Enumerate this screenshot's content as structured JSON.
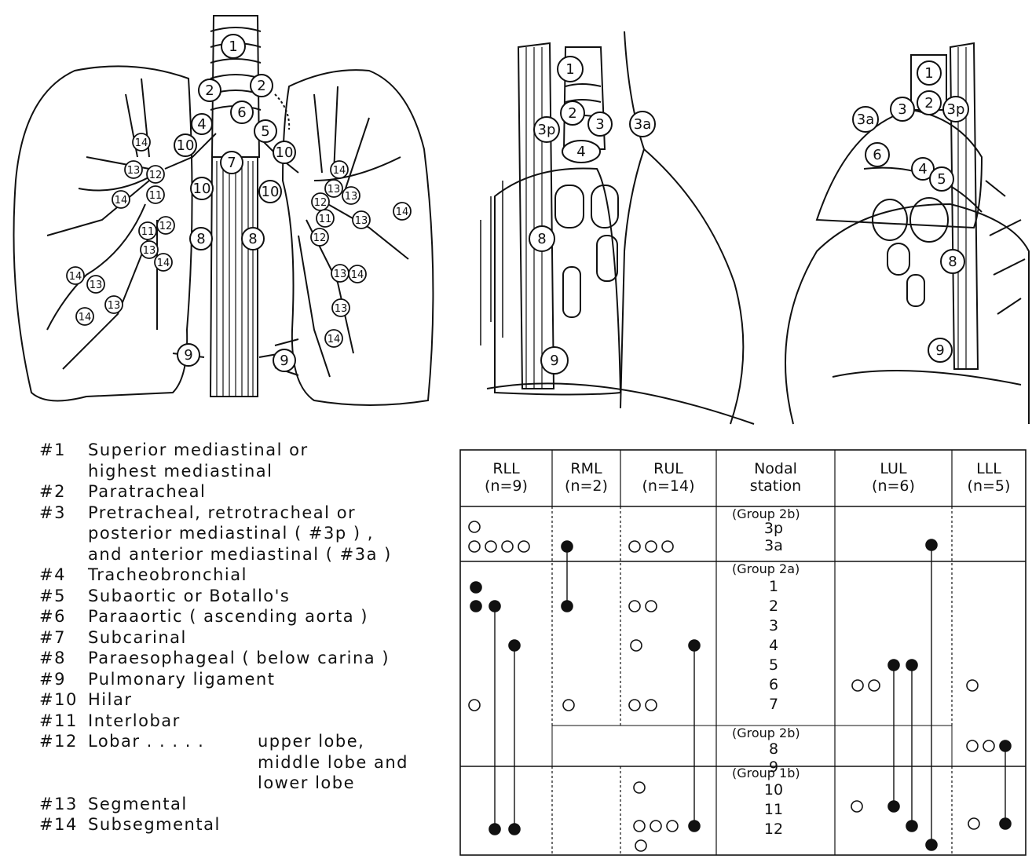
{
  "stations": {
    "s1": "1",
    "s2": "2",
    "s3": "3",
    "s3p": "3p",
    "s3a": "3a",
    "s4": "4",
    "s5": "5",
    "s6": "6",
    "s7": "7",
    "s8": "8",
    "s9": "9",
    "s10": "10",
    "s11": "11",
    "s12": "12",
    "s13": "13",
    "s14": "14"
  },
  "legend": [
    {
      "num": "#1",
      "text": "Superior mediastinal or"
    },
    {
      "num": "",
      "text": "highest mediastinal"
    },
    {
      "num": "#2",
      "text": "Paratracheal"
    },
    {
      "num": "#3",
      "text": "Pretracheal, retrotracheal or"
    },
    {
      "num": "",
      "text": "posterior mediastinal ( #3p ) ,"
    },
    {
      "num": "",
      "text": "and anterior mediastinal ( #3a )"
    },
    {
      "num": "#4",
      "text": "Tracheobronchial"
    },
    {
      "num": "#5",
      "text": "Subaortic or Botallo's"
    },
    {
      "num": "#6",
      "text": "Paraaortic ( ascending aorta )"
    },
    {
      "num": "#7",
      "text": "Subcarinal"
    },
    {
      "num": "#8",
      "text": "Paraesophageal ( below carina )"
    },
    {
      "num": "#9",
      "text": "Pulmonary ligament"
    },
    {
      "num": "#10",
      "text": "Hilar"
    },
    {
      "num": "#11",
      "text": "Interlobar"
    },
    {
      "num": "#12",
      "text": "Lobar . . . . ."
    },
    {
      "num": "#13",
      "text": "Segmental"
    },
    {
      "num": "#14",
      "text": "Subsegmental"
    }
  ],
  "legend_extra": [
    "upper lobe,",
    "middle lobe and",
    "lower lobe"
  ],
  "table": {
    "headers": [
      {
        "line1": "RLL",
        "line2": "(n=9)"
      },
      {
        "line1": "RML",
        "line2": "(n=2)"
      },
      {
        "line1": "RUL",
        "line2": "(n=14)"
      },
      {
        "line1": "Nodal",
        "line2": "station"
      },
      {
        "line1": "LUL",
        "line2": "(n=6)"
      },
      {
        "line1": "LLL",
        "line2": "(n=5)"
      }
    ],
    "groups": {
      "g2b_top": "(Group  2b)",
      "g2a": "(Group  2a)",
      "g2b_mid": "(Group  2b)",
      "g1b": "(Group  1b)"
    },
    "station_rows": [
      "3p",
      "3a",
      "1",
      "2",
      "3",
      "4",
      "5",
      "6",
      "7",
      "8",
      "9",
      "10",
      "11",
      "12"
    ]
  }
}
